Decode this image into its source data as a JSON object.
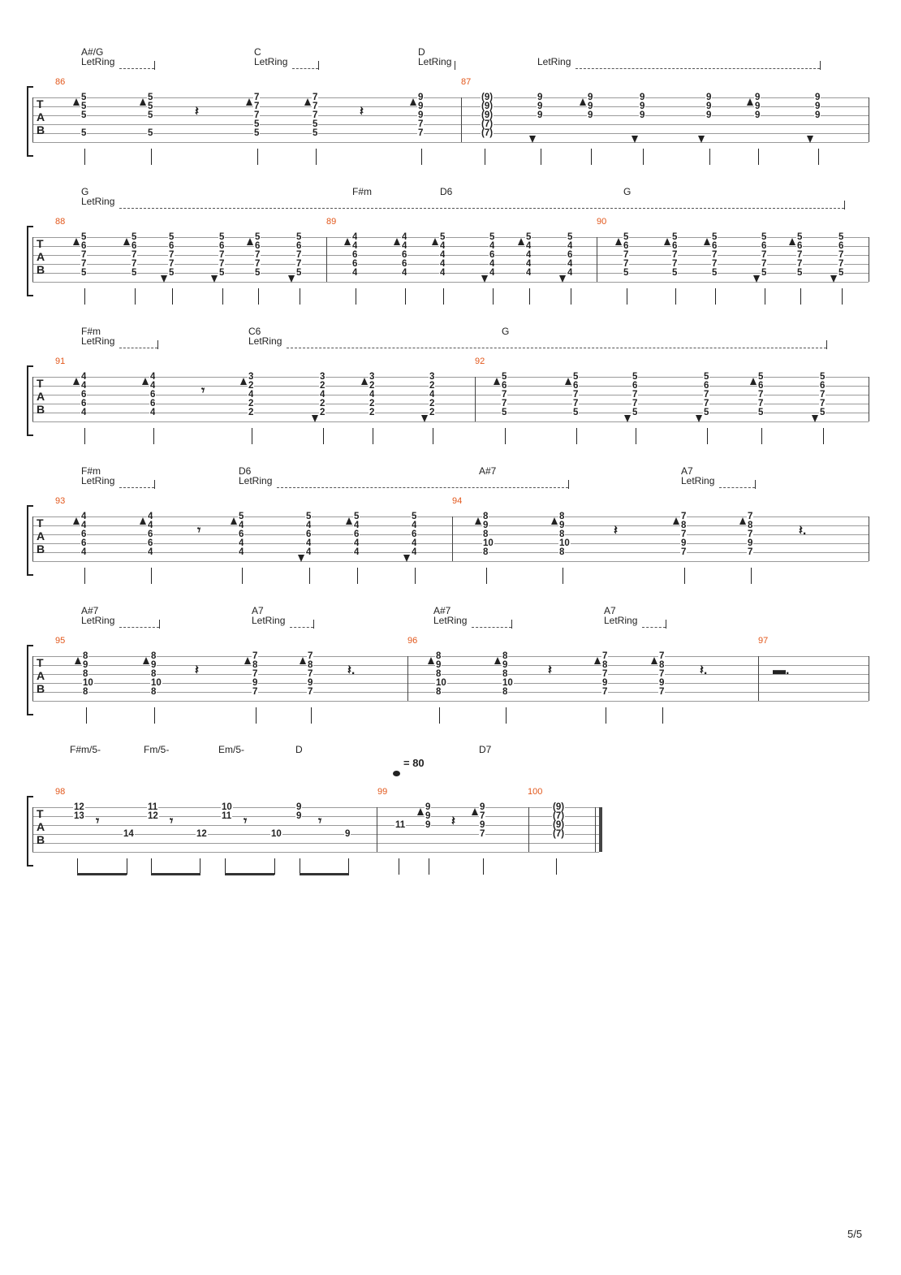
{
  "page_number": "5/5",
  "tempo": {
    "label": "= 80"
  },
  "tab_clef": [
    "T",
    "A",
    "B"
  ],
  "let_ring_label": "LetRing",
  "systems": [
    {
      "measures": [
        "86",
        "87"
      ],
      "chords": [
        "A#/G",
        "C",
        "D"
      ],
      "let_ring_count": 4,
      "notes": [
        [
          "5",
          "5",
          "5",
          "",
          "5"
        ],
        [
          "5",
          "5",
          "5",
          "",
          "5"
        ],
        [
          "7",
          "7",
          "7",
          "5",
          "5"
        ],
        [
          "7",
          "7",
          "7",
          "5",
          "5"
        ],
        [
          "9",
          "9",
          "9",
          "7",
          "7"
        ],
        [
          "(9)",
          "(9)",
          "(9)",
          "(7)",
          "(7)"
        ],
        [
          "9",
          "9",
          "9"
        ],
        [
          "9",
          "9",
          "9"
        ],
        [
          "9",
          "9",
          "9"
        ],
        [
          "9",
          "9",
          "9"
        ],
        [
          "9",
          "9",
          "9"
        ],
        [
          "9",
          "9",
          "9"
        ]
      ]
    },
    {
      "measures": [
        "88",
        "89",
        "90"
      ],
      "chords": [
        "G",
        "F#m",
        "D6",
        "G"
      ],
      "let_ring_count": 1,
      "notes": [
        [
          "5",
          "6",
          "7",
          "7",
          "5"
        ],
        [
          "5",
          "6",
          "7",
          "7",
          "5"
        ],
        [
          "5",
          "6",
          "7",
          "7",
          "5"
        ],
        [
          "5",
          "6",
          "7",
          "7",
          "5"
        ],
        [
          "5",
          "6",
          "7",
          "7",
          "5"
        ],
        [
          "5",
          "6",
          "7",
          "7",
          "5"
        ],
        [
          "4",
          "4",
          "6",
          "6",
          "4"
        ],
        [
          "4",
          "4",
          "6",
          "6",
          "4"
        ],
        [
          "5",
          "4",
          "4",
          "4",
          "4"
        ],
        [
          "5",
          "4",
          "6",
          "4",
          "4"
        ],
        [
          "5",
          "4",
          "4",
          "4",
          "4"
        ],
        [
          "5",
          "4",
          "6",
          "4",
          "4"
        ],
        [
          "5",
          "6",
          "7",
          "7",
          "5"
        ],
        [
          "5",
          "6",
          "7",
          "7",
          "5"
        ],
        [
          "5",
          "6",
          "7",
          "7",
          "5"
        ],
        [
          "5",
          "6",
          "7",
          "7",
          "5"
        ],
        [
          "5",
          "6",
          "7",
          "7",
          "5"
        ],
        [
          "5",
          "6",
          "7",
          "7",
          "5"
        ]
      ]
    },
    {
      "measures": [
        "91",
        "92"
      ],
      "chords": [
        "F#m",
        "C6",
        "G"
      ],
      "let_ring_count": 2,
      "notes": [
        [
          "4",
          "4",
          "6",
          "6",
          "4"
        ],
        [
          "4",
          "4",
          "6",
          "6",
          "4"
        ],
        [
          "3",
          "2",
          "4",
          "2",
          "2"
        ],
        [
          "3",
          "2",
          "4",
          "2",
          "2"
        ],
        [
          "3",
          "2",
          "4",
          "2",
          "2"
        ],
        [
          "3",
          "2",
          "4",
          "2",
          "2"
        ],
        [
          "5",
          "6",
          "7",
          "7",
          "5"
        ],
        [
          "5",
          "6",
          "7",
          "7",
          "5"
        ],
        [
          "5",
          "6",
          "7",
          "7",
          "5"
        ],
        [
          "5",
          "6",
          "7",
          "7",
          "5"
        ],
        [
          "5",
          "6",
          "7",
          "7",
          "5"
        ],
        [
          "5",
          "6",
          "7",
          "7",
          "5"
        ]
      ]
    },
    {
      "measures": [
        "93",
        "94"
      ],
      "chords": [
        "F#m",
        "D6",
        "A#7",
        "A7"
      ],
      "let_ring_count": 3,
      "notes": [
        [
          "4",
          "4",
          "6",
          "6",
          "4"
        ],
        [
          "4",
          "4",
          "6",
          "6",
          "4"
        ],
        [
          "5",
          "4",
          "6",
          "4",
          "4"
        ],
        [
          "5",
          "4",
          "6",
          "4",
          "4"
        ],
        [
          "5",
          "4",
          "6",
          "4",
          "4"
        ],
        [
          "5",
          "4",
          "6",
          "4",
          "4"
        ],
        [
          "8",
          "9",
          "8",
          "10",
          "8"
        ],
        [
          "8",
          "9",
          "8",
          "10",
          "8"
        ],
        [
          "7",
          "8",
          "7",
          "9",
          "7"
        ],
        [
          "7",
          "8",
          "7",
          "9",
          "7"
        ]
      ]
    },
    {
      "measures": [
        "95",
        "96",
        "97"
      ],
      "chords": [
        "A#7",
        "A7",
        "A#7",
        "A7"
      ],
      "let_ring_count": 4,
      "notes": [
        [
          "8",
          "9",
          "8",
          "10",
          "8"
        ],
        [
          "8",
          "9",
          "8",
          "10",
          "8"
        ],
        [
          "7",
          "8",
          "7",
          "9",
          "7"
        ],
        [
          "7",
          "8",
          "7",
          "9",
          "7"
        ],
        [
          "8",
          "9",
          "8",
          "10",
          "8"
        ],
        [
          "8",
          "9",
          "8",
          "10",
          "8"
        ],
        [
          "7",
          "8",
          "7",
          "9",
          "7"
        ],
        [
          "7",
          "8",
          "7",
          "9",
          "7"
        ]
      ]
    },
    {
      "measures": [
        "98",
        "99",
        "100"
      ],
      "chords": [
        "F#m/5-",
        "Fm/5-",
        "Em/5-",
        "D",
        "D7"
      ],
      "let_ring_count": 0,
      "notes": [
        [
          "12",
          "13"
        ],
        [
          "14"
        ],
        [
          "11",
          "12"
        ],
        [
          "12"
        ],
        [
          "10",
          "11"
        ],
        [
          "10"
        ],
        [
          "9",
          "9"
        ],
        [
          "9"
        ],
        [
          "11"
        ],
        [
          "9",
          "9",
          "9"
        ],
        [
          "9",
          "7",
          "9",
          "7"
        ],
        [
          "(9)",
          "(7)",
          "(9)",
          "(7)"
        ]
      ]
    }
  ]
}
